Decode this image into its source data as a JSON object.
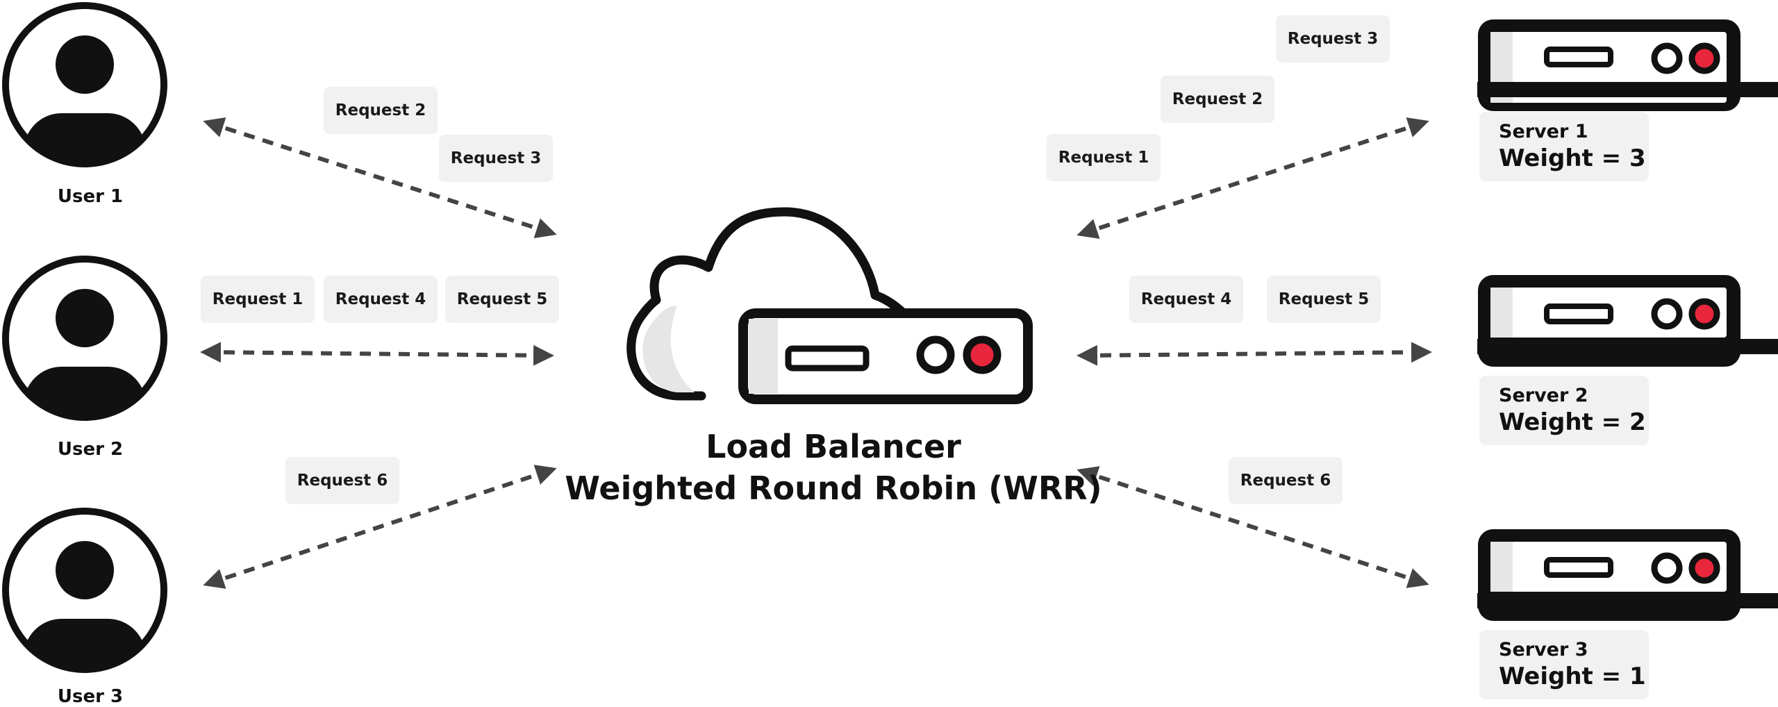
{
  "users": [
    {
      "label": "User 1"
    },
    {
      "label": "User 2"
    },
    {
      "label": "User 3"
    }
  ],
  "servers": [
    {
      "name": "Server 1",
      "weight": "Weight = 3"
    },
    {
      "name": "Server 2",
      "weight": "Weight = 2"
    },
    {
      "name": "Server 3",
      "weight": "Weight = 1"
    }
  ],
  "load_balancer": {
    "title": "Load Balancer",
    "subtitle": "Weighted Round Robin (WRR)"
  },
  "requests_left": {
    "user1": [
      "Request 2",
      "Request 3"
    ],
    "user2": [
      "Request 1",
      "Request 4",
      "Request 5"
    ],
    "user3": [
      "Request 6"
    ]
  },
  "requests_right": {
    "server1": [
      "Request 3",
      "Request 2",
      "Request 1"
    ],
    "server2": [
      "Request 4",
      "Request 5"
    ],
    "server3": [
      "Request 6"
    ]
  },
  "colors": {
    "stroke": "#111111",
    "arrow": "#444444",
    "chip_bg": "#f1f1f1",
    "accent_red": "#e8263c",
    "shade": "#e6e6e6"
  }
}
